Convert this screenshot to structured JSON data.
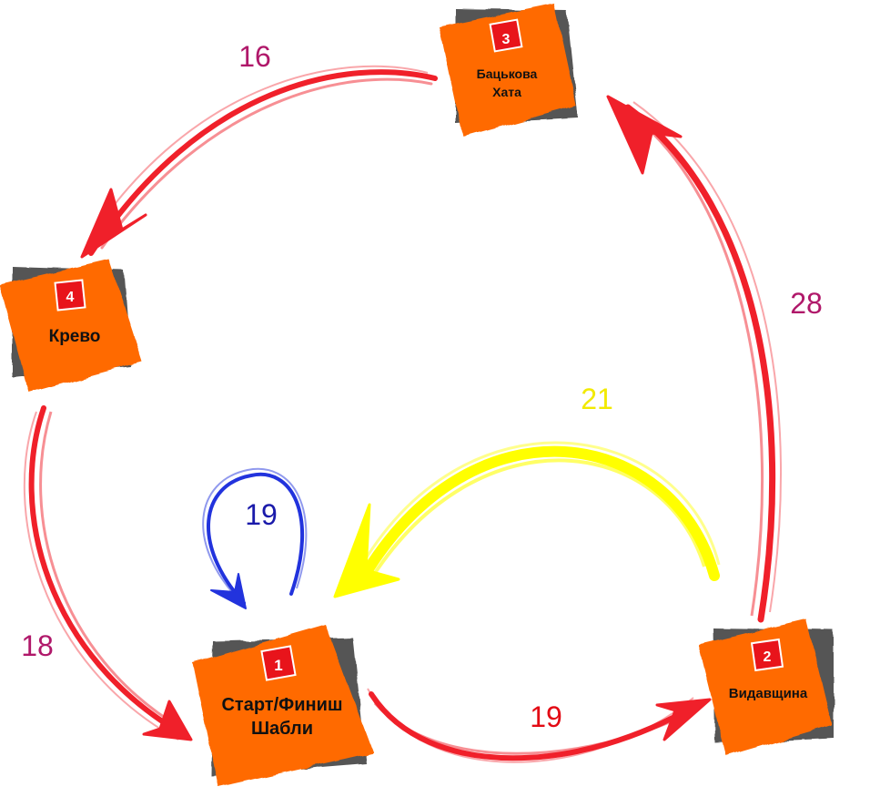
{
  "colors": {
    "node_fill": "#ff6a00",
    "node_shadow": "#555555",
    "badge": "#e8141b",
    "arrow_red": "#f0202a",
    "arrow_yellow": "#ffff00",
    "arrow_blue": "#2233dd",
    "label_magenta": "#b0186a",
    "label_red": "#e30a14",
    "label_yellow": "#f2ea00",
    "label_blue": "#1a1aaa"
  },
  "nodes": [
    {
      "id": "1",
      "badge": "1",
      "line1": "Старт/Финиш",
      "line2": "Шабли"
    },
    {
      "id": "2",
      "badge": "2",
      "line1": "Видавщина",
      "line2": ""
    },
    {
      "id": "3",
      "badge": "3",
      "line1": "Бацькова",
      "line2": "Хата"
    },
    {
      "id": "4",
      "badge": "4",
      "line1": "Крево",
      "line2": ""
    }
  ],
  "edges": [
    {
      "from": "1",
      "to": "2",
      "label": "19",
      "color": "red"
    },
    {
      "from": "2",
      "to": "3",
      "label": "28",
      "color": "red"
    },
    {
      "from": "3",
      "to": "4",
      "label": "16",
      "color": "red"
    },
    {
      "from": "4",
      "to": "1",
      "label": "18",
      "color": "red"
    },
    {
      "from": "2",
      "to": "1",
      "label": "21",
      "color": "yellow"
    },
    {
      "from": "1",
      "to": "1",
      "label": "19",
      "color": "blue"
    }
  ]
}
